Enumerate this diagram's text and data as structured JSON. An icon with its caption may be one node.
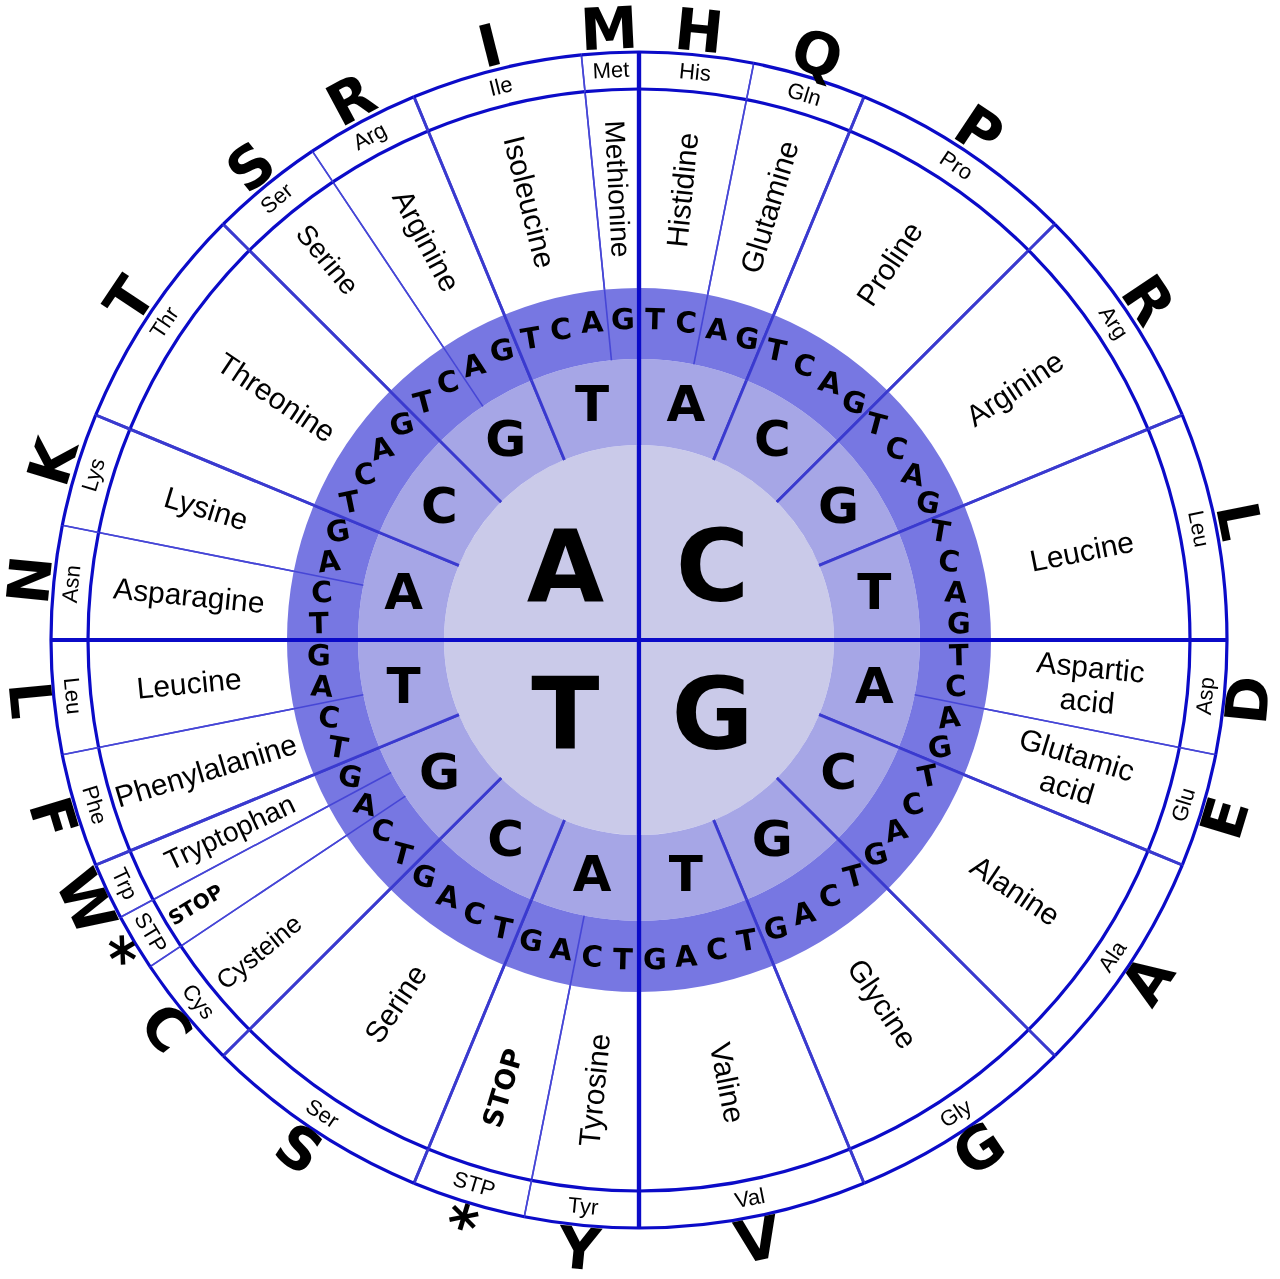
{
  "diagram": {
    "nodes": [
      {
        "text": [
          "A"
        ]
      },
      {
        "text": [
          "C"
        ]
      },
      {
        "text": [
          "T"
        ]
      },
      {
        "text": [
          "G"
        ]
      },
      {
        "text": [
          "A"
        ]
      },
      {
        "text": [
          "C"
        ]
      },
      {
        "text": [
          "G"
        ]
      },
      {
        "text": [
          "T"
        ]
      },
      {
        "text": [
          "A"
        ]
      },
      {
        "text": [
          "C"
        ]
      },
      {
        "text": [
          "G"
        ]
      },
      {
        "text": [
          "T"
        ]
      },
      {
        "text": [
          "A"
        ]
      },
      {
        "text": [
          "C"
        ]
      },
      {
        "text": [
          "G"
        ]
      },
      {
        "text": [
          "T"
        ]
      },
      {
        "text": [
          "A"
        ]
      },
      {
        "text": [
          "C"
        ]
      },
      {
        "text": [
          "G"
        ]
      },
      {
        "text": [
          "T"
        ]
      },
      {
        "text": [
          "T",
          "C",
          "A",
          "G"
        ]
      },
      {
        "text": [
          "T",
          "C",
          "A",
          "G"
        ]
      },
      {
        "text": [
          "T",
          "C",
          "A",
          "G"
        ]
      },
      {
        "text": [
          "T",
          "C",
          "A",
          "G"
        ]
      },
      {
        "text": [
          "T",
          "C",
          "A",
          "G"
        ]
      },
      {
        "text": [
          "T",
          "C",
          "A",
          "G"
        ]
      },
      {
        "text": [
          "T",
          "C",
          "A",
          "G"
        ]
      },
      {
        "text": [
          "T",
          "C",
          "A",
          "G"
        ]
      },
      {
        "text": [
          "T",
          "C",
          "A",
          "G"
        ]
      },
      {
        "text": [
          "T",
          "C",
          "A",
          "G"
        ]
      },
      {
        "text": [
          "T",
          "C",
          "A",
          "G"
        ]
      },
      {
        "text": [
          "T",
          "C",
          "A",
          "G"
        ]
      },
      {
        "text": [
          "T",
          "C",
          "A",
          "G"
        ]
      },
      {
        "text": [
          "T",
          "C",
          "A",
          "G"
        ]
      },
      {
        "text": [
          "T",
          "C",
          "A",
          "G"
        ]
      },
      {
        "text": [
          "T",
          "C",
          "A",
          "G"
        ]
      },
      {
        "text": [
          "Histidine"
        ]
      },
      {
        "text": [
          "Glutamine"
        ]
      },
      {
        "text": [
          "Proline"
        ]
      },
      {
        "text": [
          "Arginine"
        ]
      },
      {
        "text": [
          "Leucine"
        ]
      },
      {
        "text": [
          "Aspartic acid"
        ]
      },
      {
        "text": [
          "Glutamic acid"
        ]
      },
      {
        "text": [
          "Alanine"
        ]
      },
      {
        "text": [
          "Glycine"
        ]
      },
      {
        "text": [
          "Valine"
        ]
      },
      {
        "text": [
          "Tyrosine"
        ]
      },
      {
        "text": [
          "STOP"
        ]
      },
      {
        "text": [
          "Serine"
        ]
      },
      {
        "text": [
          "Cysteine"
        ]
      },
      {
        "text": [
          "STOP"
        ]
      },
      {
        "text": [
          "Tryptophan"
        ]
      },
      {
        "text": [
          "Phenylalanine"
        ]
      },
      {
        "text": [
          "Leucine"
        ]
      },
      {
        "text": [
          "Asparagine"
        ]
      },
      {
        "text": [
          "Lysine"
        ]
      },
      {
        "text": [
          "Threonine"
        ]
      },
      {
        "text": [
          "Serine"
        ]
      },
      {
        "text": [
          "Arginine"
        ]
      },
      {
        "text": [
          "Isoleucine"
        ]
      },
      {
        "text": [
          "Methionine"
        ]
      },
      {
        "text": [
          "His",
          "H"
        ]
      },
      {
        "text": [
          "Gln",
          "Q"
        ]
      },
      {
        "text": [
          "Pro",
          "P"
        ]
      },
      {
        "text": [
          "Arg",
          "R"
        ]
      },
      {
        "text": [
          "Leu",
          "L"
        ]
      },
      {
        "text": [
          "Asp",
          "D"
        ]
      },
      {
        "text": [
          "Glu",
          "E"
        ]
      },
      {
        "text": [
          "Ala",
          "A"
        ]
      },
      {
        "text": [
          "Gly",
          "G"
        ]
      },
      {
        "text": [
          "Val",
          "V"
        ]
      },
      {
        "text": [
          "Tyr",
          "Y"
        ]
      },
      {
        "text": [
          "STP",
          "*"
        ]
      },
      {
        "text": [
          "Ser",
          "S"
        ]
      },
      {
        "text": [
          "Cys",
          "C"
        ]
      },
      {
        "text": [
          "STP",
          "*"
        ]
      },
      {
        "text": [
          "Trp",
          "W"
        ]
      },
      {
        "text": [
          "Phe",
          "F"
        ]
      },
      {
        "text": [
          "Leu",
          "L"
        ]
      },
      {
        "text": [
          "Asn",
          "N"
        ]
      },
      {
        "text": [
          "Lys",
          "K"
        ]
      },
      {
        "text": [
          "Thr",
          "T"
        ]
      },
      {
        "text": [
          "Ser",
          "S"
        ]
      },
      {
        "text": [
          "Arg",
          "R"
        ]
      },
      {
        "text": [
          "Ile",
          "I"
        ]
      },
      {
        "text": [
          "Met",
          "M"
        ]
      }
    ]
  }
}
